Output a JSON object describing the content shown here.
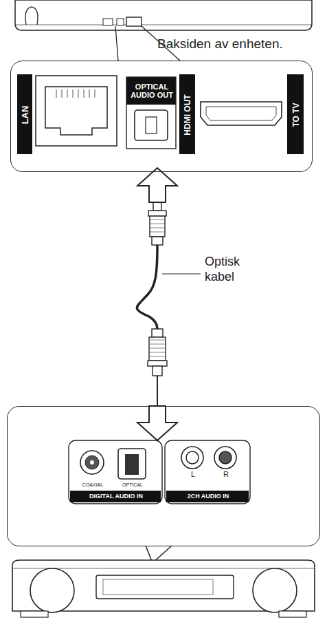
{
  "diagram": {
    "nodes": [
      {
        "text": [
          "LAN",
          "OPTICAL AUDIO OUT",
          "HDMI OUT",
          "TO TV"
        ]
      },
      {
        "text": [
          "COAXIAL",
          "OPTICAL",
          "DIGITAL AUDIO IN",
          "L",
          "R",
          "2CH AUDIO IN"
        ]
      }
    ],
    "edges": [
      {
        "from": 0,
        "to": 1,
        "arrow": "both"
      }
    ],
    "labels": [
      "Baksiden av enheten.",
      "Optisk kabel"
    ]
  }
}
